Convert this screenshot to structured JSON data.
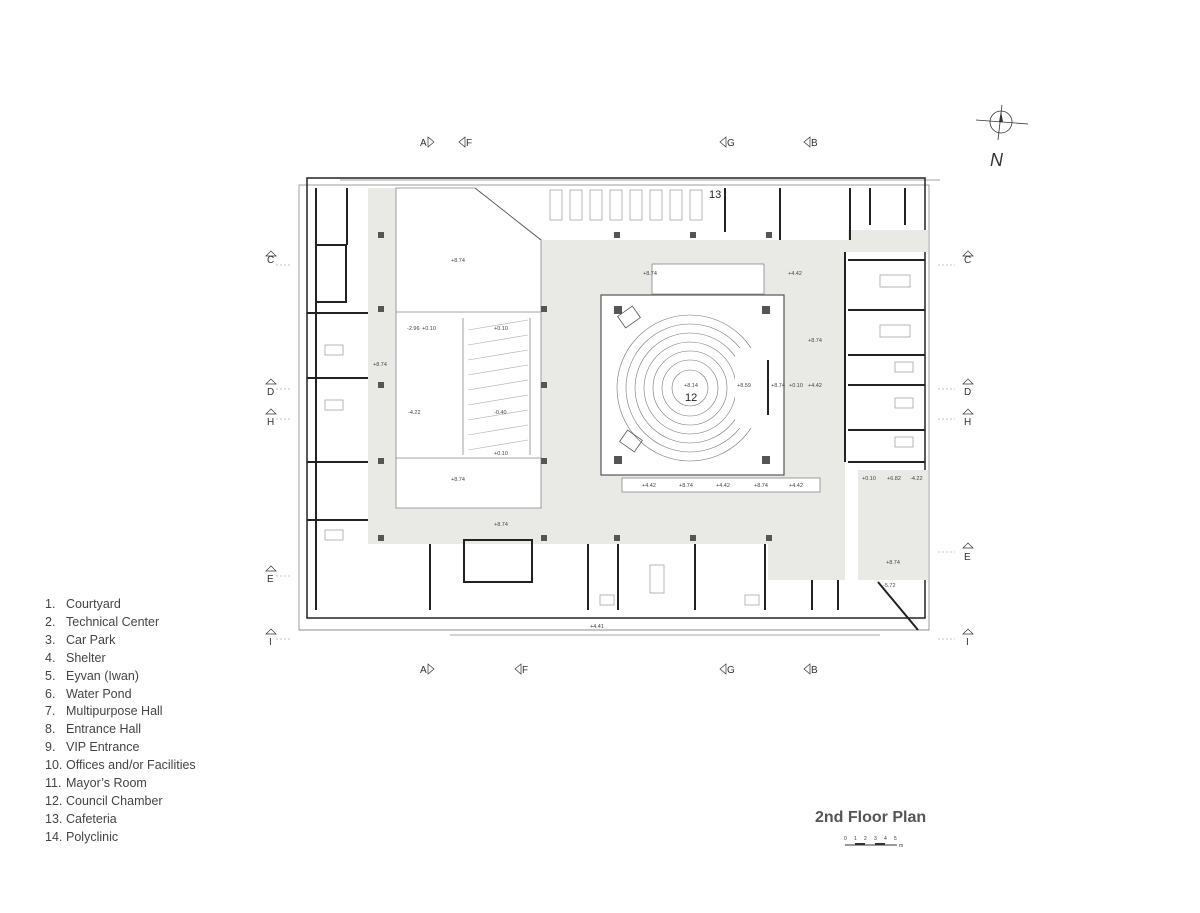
{
  "title": "2nd Floor Plan",
  "north_label": "N",
  "scale_ticks": [
    "0",
    "1",
    "2",
    "3",
    "4",
    "5",
    "m"
  ],
  "legend": [
    {
      "num": "1.",
      "label": "Courtyard"
    },
    {
      "num": "2.",
      "label": "Technical Center"
    },
    {
      "num": "3.",
      "label": "Car Park"
    },
    {
      "num": "4.",
      "label": "Shelter"
    },
    {
      "num": "5.",
      "label": "Eyvan (Iwan)"
    },
    {
      "num": "6.",
      "label": "Water Pond"
    },
    {
      "num": "7.",
      "label": "Multipurpose Hall"
    },
    {
      "num": "8.",
      "label": "Entrance Hall"
    },
    {
      "num": "9.",
      "label": "VIP Entrance"
    },
    {
      "num": "10.",
      "label": "Offices and/or Facilities"
    },
    {
      "num": "11.",
      "label": "Mayor’s Room"
    },
    {
      "num": "12.",
      "label": "Council Chamber"
    },
    {
      "num": "13.",
      "label": "Cafeteria"
    },
    {
      "num": "14.",
      "label": "Polyclinic"
    }
  ],
  "section_markers": {
    "top": [
      "A",
      "F",
      "G",
      "B"
    ],
    "bottom": [
      "A",
      "F",
      "G",
      "B"
    ],
    "left": [
      "C",
      "D",
      "H",
      "E",
      "I"
    ],
    "right": [
      "C",
      "D",
      "H",
      "E",
      "I"
    ]
  },
  "room_numbers": {
    "cafeteria": "13",
    "council_chamber": "12"
  },
  "levels": {
    "void_top": "+8.74",
    "west_corridor": "+8.74",
    "stair_a": "-2.96",
    "stair_b": "+0.10",
    "ramp_top": "+0.10",
    "void_left": "-4.22",
    "ramp": "-0.40",
    "ramp_bottom": "+0.10",
    "void_bottom": "+8.74",
    "south_corridor": "+8.74",
    "north_left": "+8.74",
    "north_right": "+4.42",
    "chamber_center": "+8.14",
    "chamber_right": "+8.59",
    "east_a": "+8.74",
    "east_b": "+0.10",
    "east_c": "+4.42",
    "east_top": "+8.74",
    "south_row_1": "+4.42",
    "south_row_2": "+8.74",
    "south_row_3": "+4.42",
    "south_row_4": "+8.74",
    "south_row_5": "+4.42",
    "se_a": "+0.10",
    "se_b": "+6.82",
    "se_c": "-4.22",
    "se_stair": "+8.74",
    "se_ramp": "-5.72",
    "bottom_ramp": "+4.41"
  }
}
